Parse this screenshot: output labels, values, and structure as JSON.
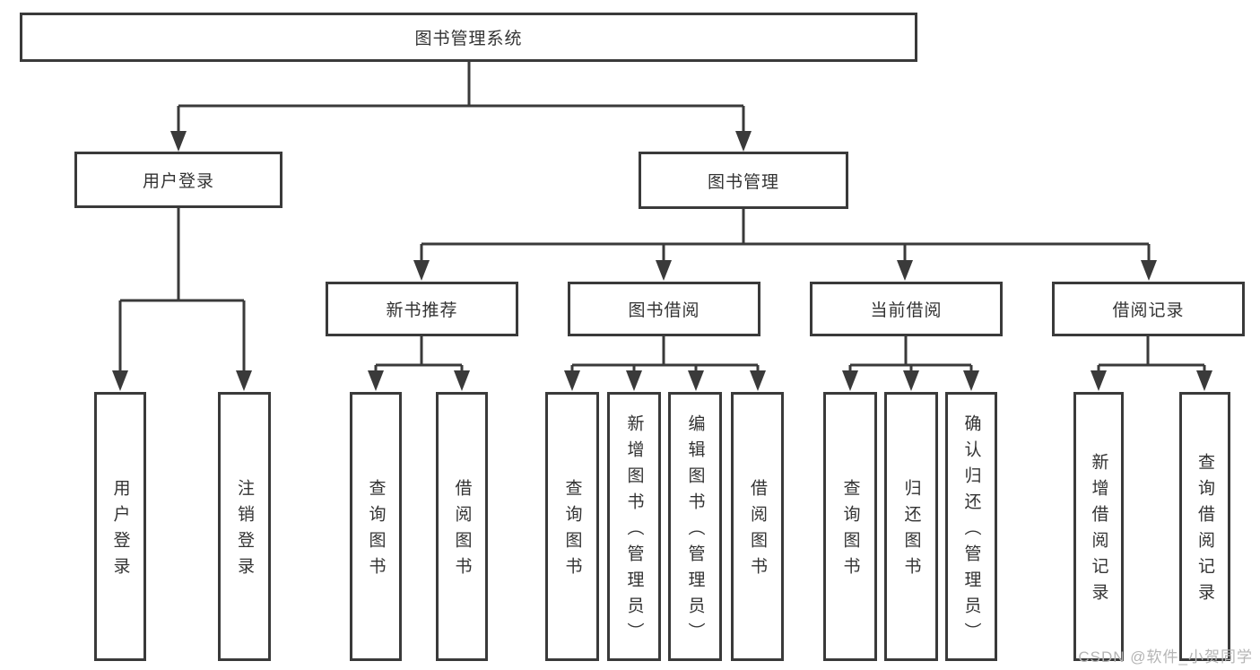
{
  "diagram_type": "hierarchy-tree",
  "colors": {
    "line": "#3a3a3a",
    "box_border": "#3a3a3a",
    "box_background": "#ffffff",
    "text": "#333333",
    "page_background": "#ffffff",
    "watermark": "#b5b5b5"
  },
  "tree": {
    "root": {
      "label": "图书管理系统",
      "children": [
        {
          "label": "用户登录",
          "children": [
            {
              "label": "用户登录"
            },
            {
              "label": "注销登录"
            }
          ]
        },
        {
          "label": "图书管理",
          "children": [
            {
              "label": "新书推荐",
              "children": [
                {
                  "label": "查询图书"
                },
                {
                  "label": "借阅图书"
                }
              ]
            },
            {
              "label": "图书借阅",
              "children": [
                {
                  "label": "查询图书"
                },
                {
                  "label": "新增图书（管理员）"
                },
                {
                  "label": "编辑图书（管理员）"
                },
                {
                  "label": "借阅图书"
                }
              ]
            },
            {
              "label": "当前借阅",
              "children": [
                {
                  "label": "查询图书"
                },
                {
                  "label": "归还图书"
                },
                {
                  "label": "确认归还（管理员）"
                }
              ]
            },
            {
              "label": "借阅记录",
              "children": [
                {
                  "label": "新增借阅记录"
                },
                {
                  "label": "查询借阅记录"
                }
              ]
            }
          ]
        }
      ]
    }
  },
  "watermark": {
    "text": "CSDN @软件_小贺同学"
  }
}
